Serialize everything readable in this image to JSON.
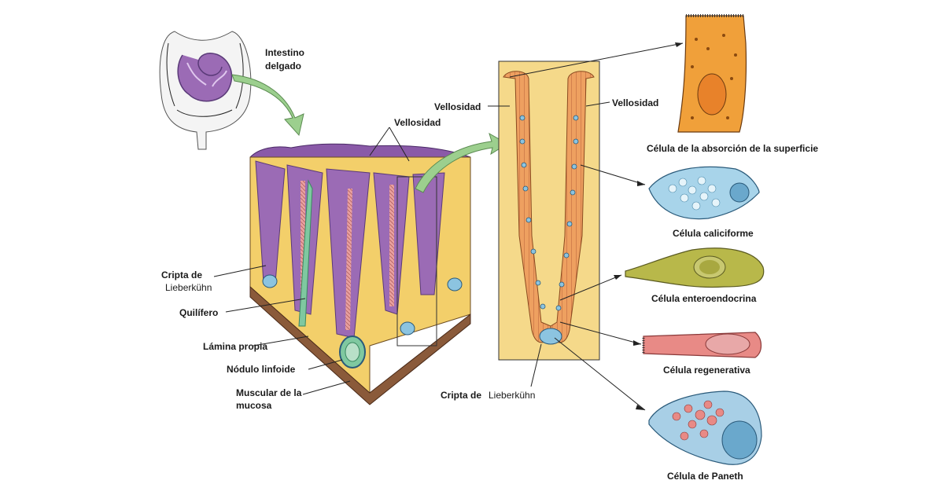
{
  "labels": {
    "intestino_line1": "Intestino",
    "intestino_line2": "delgado",
    "vellosidad_block": "Vellosidad",
    "vellosidad_left": "Vellosidad",
    "vellosidad_right": "Vellosidad",
    "cripta_left_line1": "Cripta de",
    "cripta_left_line2": "Lieberkühn",
    "quilifero": "Quilífero",
    "lamina_propia": "Lámina propia",
    "nodulo_linfoide": "Nódulo linfoide",
    "muscular_line1": "Muscular de la",
    "muscular_line2": "mucosa",
    "cripta_center_prefix": "Cripta de",
    "cripta_center_name": "Lieberkühn"
  },
  "cells": [
    {
      "id": "absorcion",
      "label": "Célula de la absorción de la superficie",
      "color": "#f0a03a"
    },
    {
      "id": "caliciforme",
      "label": "Célula caliciforme",
      "color": "#8cc4e0"
    },
    {
      "id": "enteroendocrina",
      "label": "Célula enteroendocrina",
      "color": "#b8b84a"
    },
    {
      "id": "regenerativa",
      "label": "Célula regenerativa",
      "color": "#e88a86"
    },
    {
      "id": "paneth",
      "label": "Célula de Paneth",
      "color": "#a8cfe6"
    }
  ],
  "colors": {
    "purple": "#9b6bb5",
    "purple_dark": "#6e4490",
    "tissue_yellow": "#f3cf6a",
    "epithelium_orange": "#e8935a",
    "goblet_blue": "#8cc4e0",
    "lacteal_green": "#7fc8a0",
    "arrow_green": "#9ccf8e",
    "muscle_brown": "#8a5a3a"
  }
}
